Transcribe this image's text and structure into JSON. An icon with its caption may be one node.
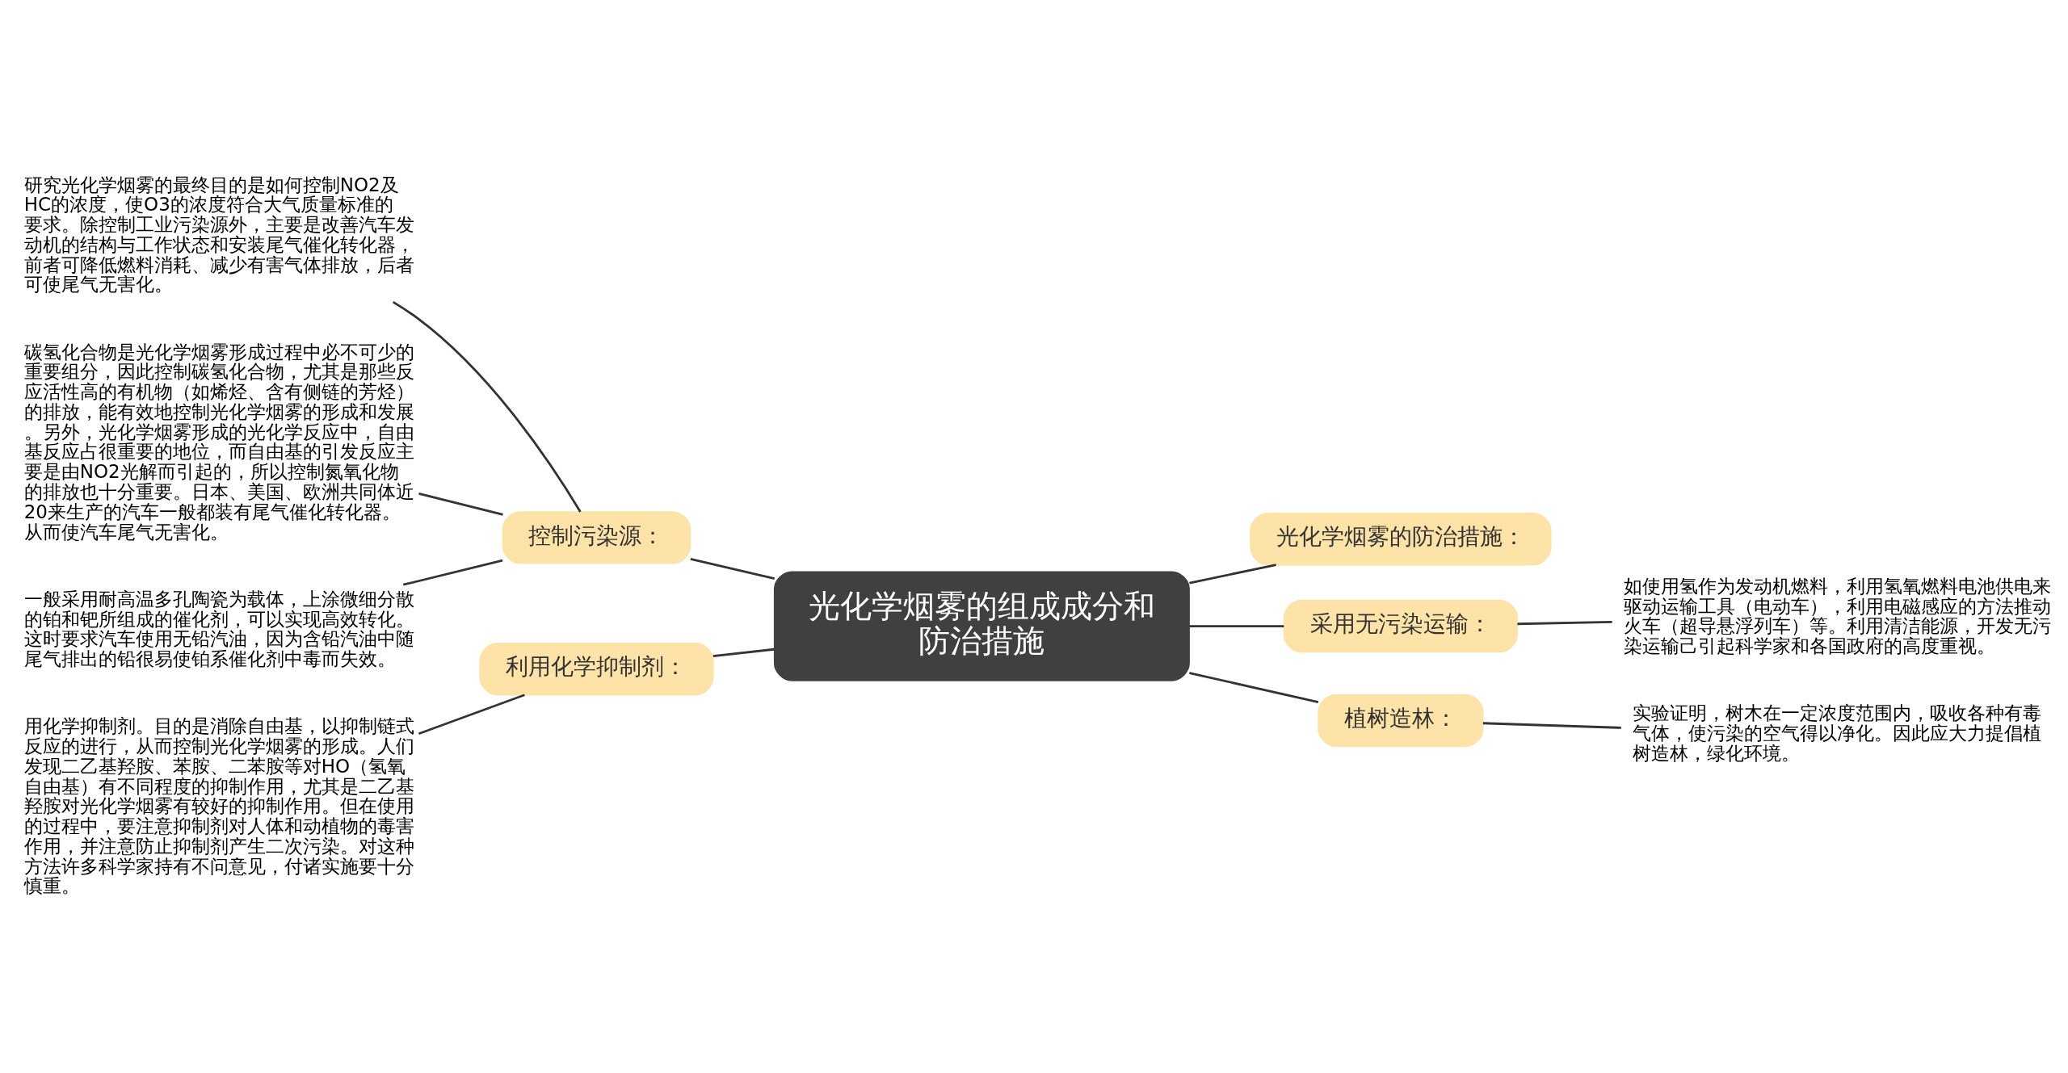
{
  "diagram": {
    "nodes": [
      {
        "text": [
          "光化学烟雾的组成成分和防治措施"
        ]
      },
      {
        "text": [
          "控制污染源："
        ]
      },
      {
        "text": [
          "研究光化学烟雾的最终目的是如何控制NO2及HC的浓度，使O3的浓度符合大气质量标准的要求。除控制工业污染源外，主要是改善汽车发动机的结构与工作状态和安装尾气催化转化器，前者可降低燃料消耗、减少有害气体排放，后者可使尾气无害化。"
        ]
      },
      {
        "text": [
          "碳氢化合物是光化学烟雾形成过程中必不可少的重要组分，因此控制碳氢化合物，尤其是那些反应活性高的有机物（如烯烃、含有侧链的芳烃）的排放，能有效地控制光化学烟雾的形成和发展。另外，光化学烟雾形成的光化学反应中，自由基反应占很重要的地位，而自由基的引发反应主要是由NO2光解而引起的，所以控制氮氧化物的排放也十分重要。日本、美国、欧洲共同体近20来生产的汽车一般都装有尾气催化转化器。从而使汽车尾气无害化。"
        ]
      },
      {
        "text": [
          "一般采用耐高温多孔陶瓷为载体，上涂微细分散的铂和钯所组成的催化剂，可以实现高效转化。这时要求汽车使用无铅汽油，因为含铅汽油中随尾气排出的铅很易使铂系催化剂中毒而失效。"
        ]
      },
      {
        "text": [
          "利用化学抑制剂："
        ]
      },
      {
        "text": [
          "用化学抑制剂。目的是消除自由基，以抑制链式反应的进行，从而控制光化学烟雾的形成。人们发现二乙基羟胺、苯胺、二苯胺等对HO（氢氧自由基）有不同程度的抑制作用，尤其是二乙基羟胺对光化学烟雾有较好的抑制作用。但在使用的过程中，要注意抑制剂对人体和动植物的毒害作用，并注意防止抑制剂产生二次污染。对这种方法许多科学家持有不问意见，付诸实施要十分慎重。"
        ]
      },
      {
        "text": [
          "光化学烟雾的防治措施："
        ]
      },
      {
        "text": [
          "采用无污染运输："
        ]
      },
      {
        "text": [
          "如使用氢作为发动机燃料，利用氢氧燃料电池供电来驱动运输工具（电动车），利用电磁感应的方法推动火车（超导悬浮列车）等。利用清洁能源，开发无污染运输己引起科学家和各国政府的高度重视。"
        ]
      },
      {
        "text": [
          "植树造林："
        ]
      },
      {
        "text": [
          "实验证明，树木在一定浓度范围内，吸收各种有毒气体，使污染的空气得以净化。因此应大力提倡植树造林，绿化环境。"
        ]
      }
    ],
    "edges": [
      {
        "from": 0,
        "to": 1,
        "arrow": "none"
      },
      {
        "from": 1,
        "to": 2,
        "arrow": "none"
      },
      {
        "from": 1,
        "to": 3,
        "arrow": "none"
      },
      {
        "from": 1,
        "to": 4,
        "arrow": "none"
      },
      {
        "from": 0,
        "to": 5,
        "arrow": "none"
      },
      {
        "from": 5,
        "to": 6,
        "arrow": "none"
      },
      {
        "from": 0,
        "to": 7,
        "arrow": "none"
      },
      {
        "from": 0,
        "to": 8,
        "arrow": "none"
      },
      {
        "from": 8,
        "to": 9,
        "arrow": "none"
      },
      {
        "from": 0,
        "to": 10,
        "arrow": "none"
      },
      {
        "from": 10,
        "to": 11,
        "arrow": "none"
      }
    ]
  }
}
